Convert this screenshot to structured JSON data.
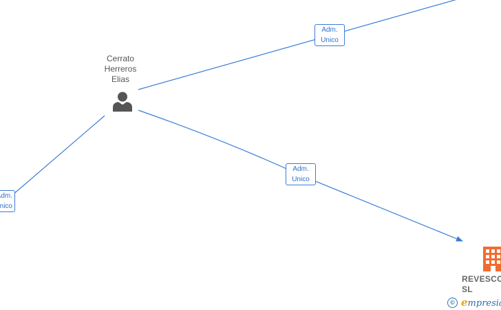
{
  "person": {
    "name_lines": [
      "Cerrato",
      "Herreros",
      "Elias"
    ],
    "icon": "person-icon"
  },
  "edge_labels": [
    {
      "lines": [
        "Adm.",
        "Unico"
      ]
    },
    {
      "lines": [
        "Adm.",
        "Unico"
      ]
    },
    {
      "lines": [
        "Adm.",
        "Unico"
      ]
    }
  ],
  "company": {
    "name_lines": [
      "REVESCO",
      "SL"
    ],
    "icon": "building-icon",
    "color": "#f26b2e"
  },
  "watermark": {
    "symbol": "©",
    "brand_initial": "e",
    "brand_rest": "mpresia"
  },
  "colors": {
    "edge": "#3a7bd5",
    "person_icon": "#555555",
    "brand": "#2f6fa8",
    "brand_accent": "#e8a21a"
  }
}
